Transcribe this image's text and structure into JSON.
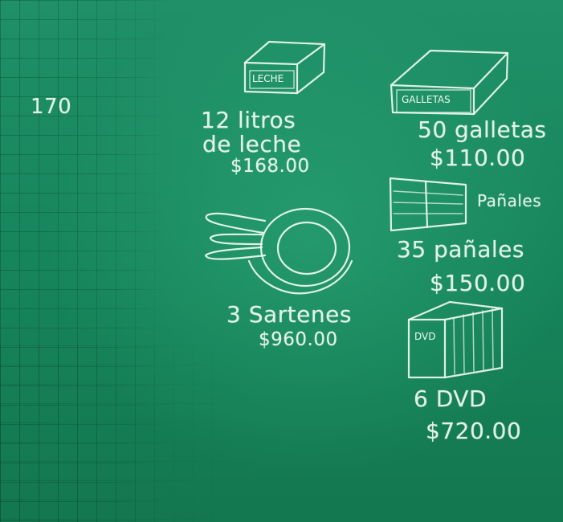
{
  "board": {
    "corner_number": "170",
    "items": [
      {
        "id": "leche",
        "box_label": "LECHE",
        "line1": "12 litros",
        "line2": "de leche",
        "price": "$168.00"
      },
      {
        "id": "galletas",
        "box_label": "GALLETAS",
        "line1": "50 galletas",
        "price": "$110.00"
      },
      {
        "id": "panales",
        "box_label": "Pañales",
        "line1": "35 pañales",
        "price": "$150.00"
      },
      {
        "id": "sartenes",
        "line1": "3 Sartenes",
        "price": "$960.00"
      },
      {
        "id": "dvd",
        "box_label": "DVD",
        "line1": "6 DVD",
        "price": "$720.00"
      }
    ]
  }
}
